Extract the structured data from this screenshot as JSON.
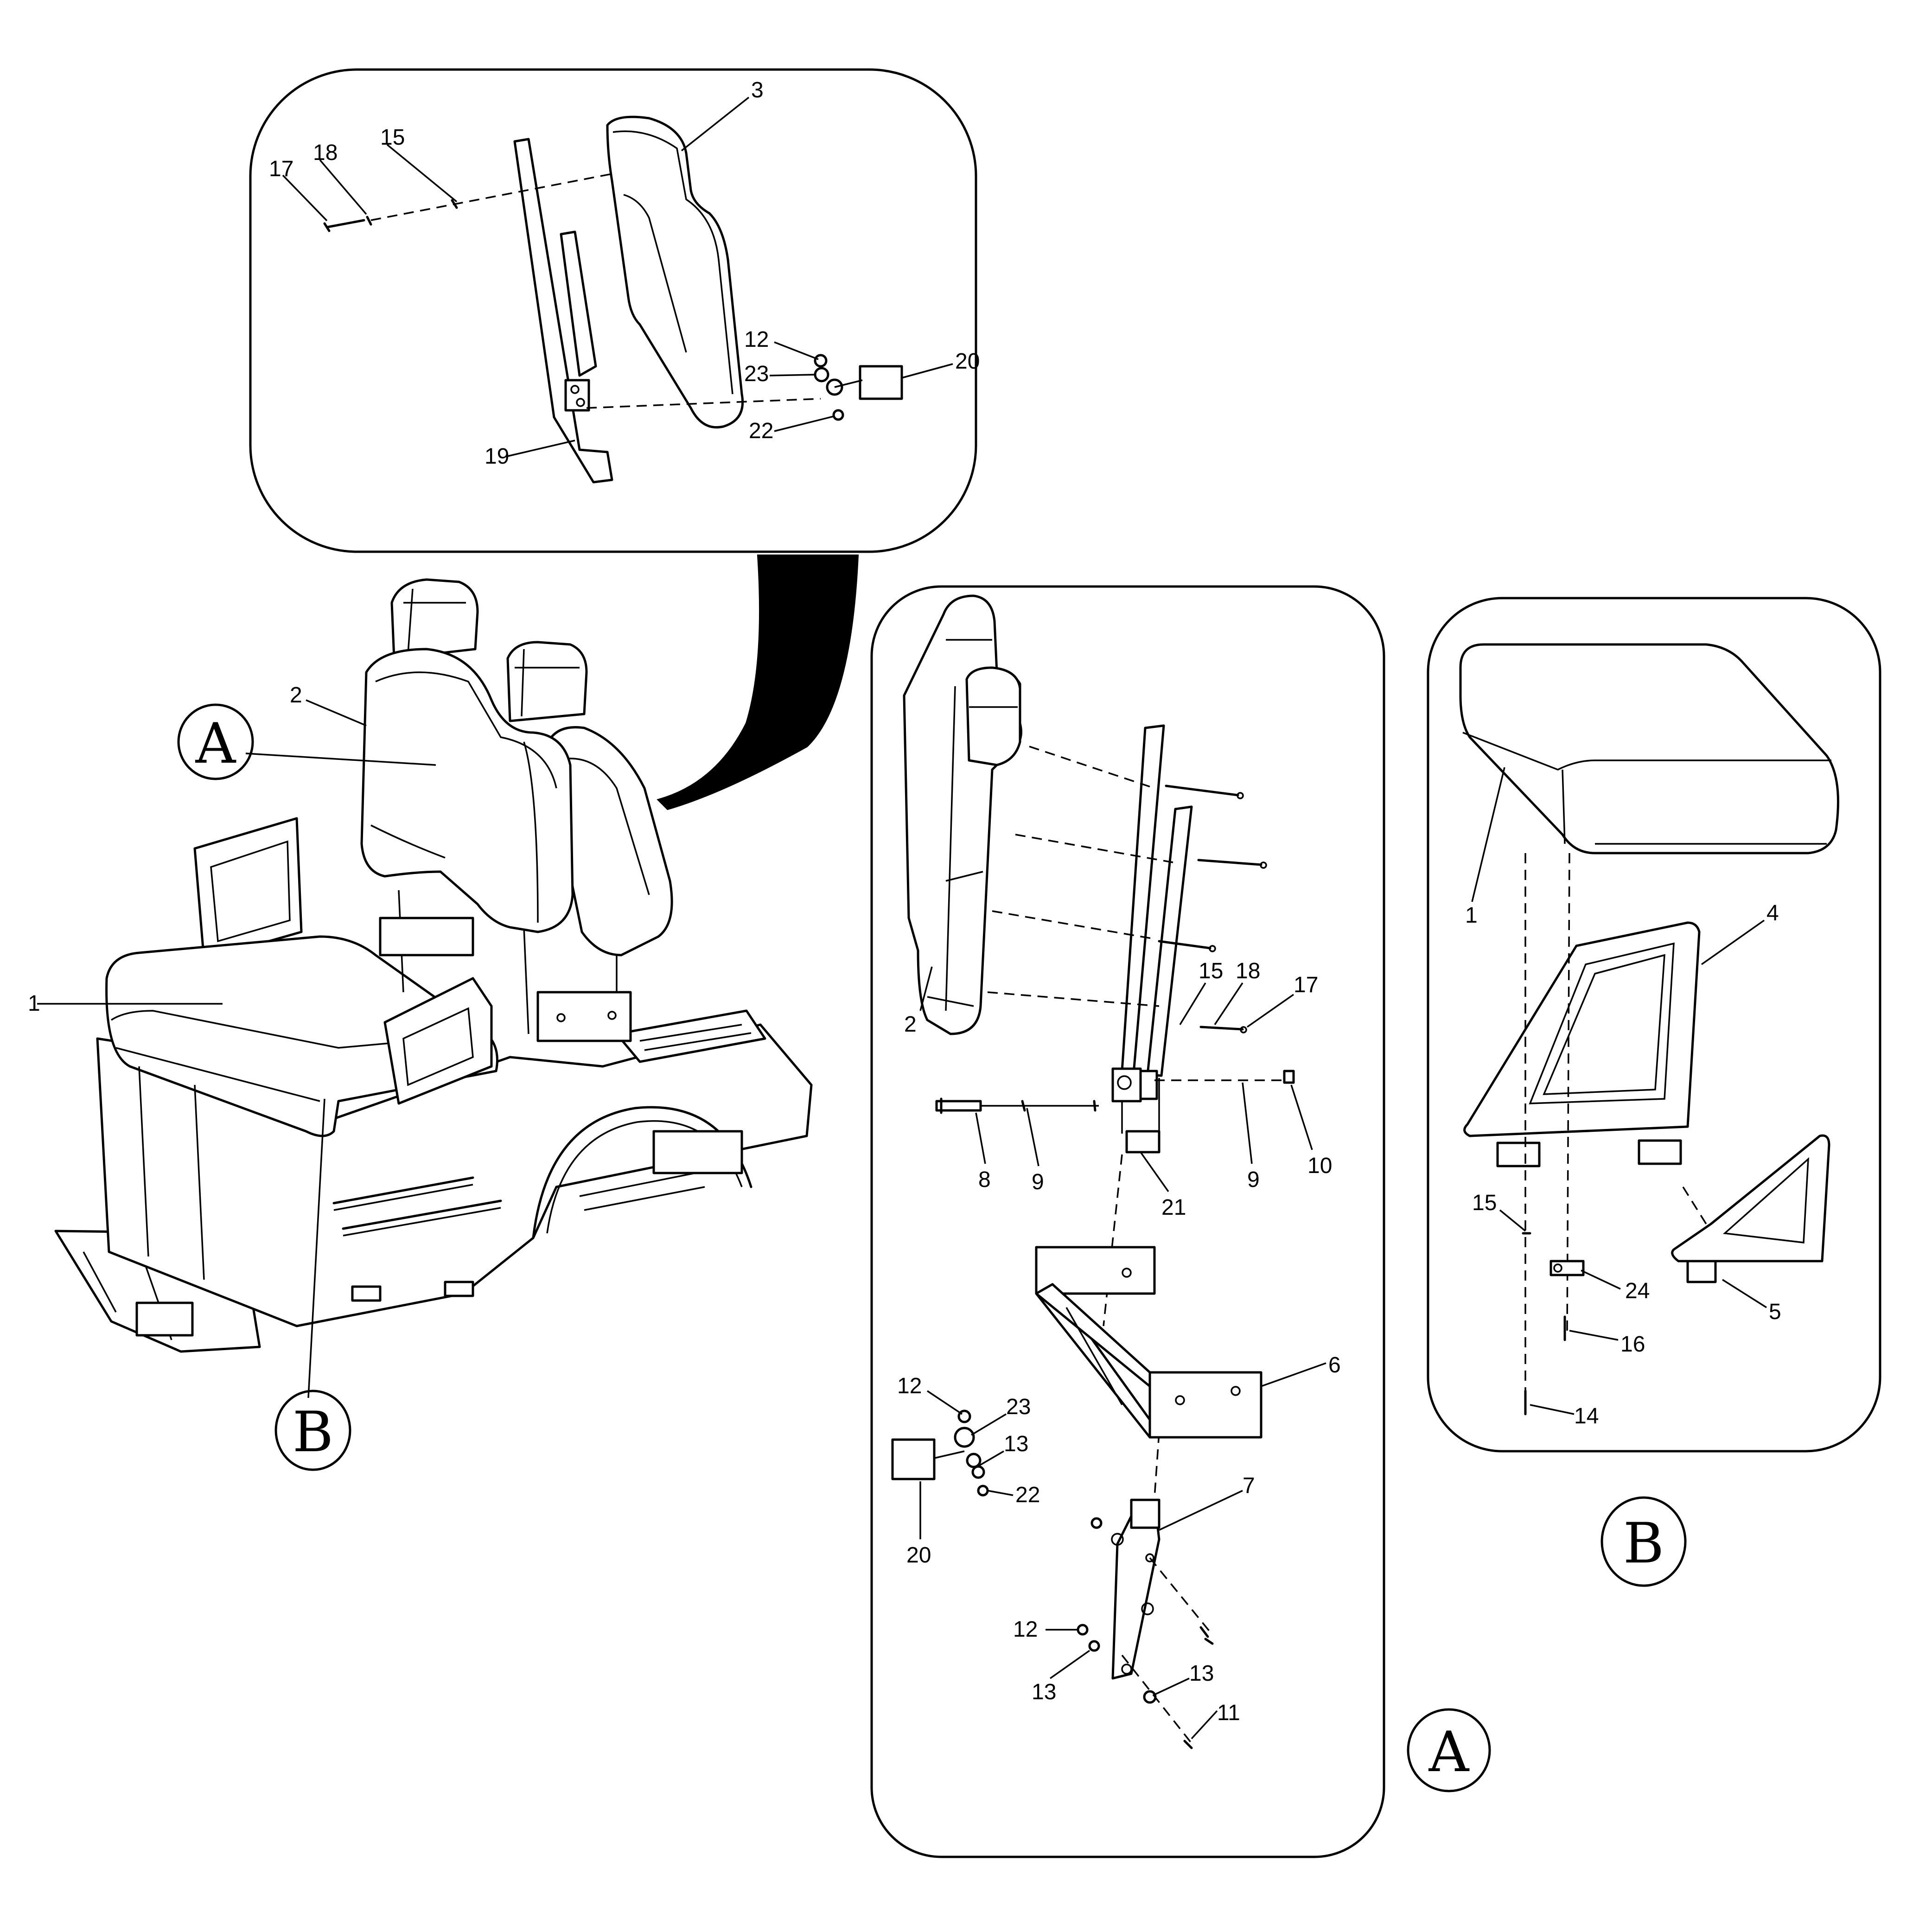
{
  "views": {
    "a_label": "A",
    "b_label": "B",
    "detail_a_label": "A",
    "detail_b_label": "B"
  },
  "callouts": {
    "top": {
      "p17": "17",
      "p18": "18",
      "p15": "15",
      "p3": "3",
      "p12": "12",
      "p23": "23",
      "p20": "20",
      "p22": "22",
      "p19": "19"
    },
    "main": {
      "p2": "2",
      "p1": "1"
    },
    "detail_a": {
      "p15": "15",
      "p18": "18",
      "p17": "17",
      "p2": "2",
      "p8": "8",
      "p9a": "9",
      "p21": "21",
      "p9b": "9",
      "p10": "10",
      "p6": "6",
      "p12a": "12",
      "p23": "23",
      "p13a": "13",
      "p22": "22",
      "p20": "20",
      "p7": "7",
      "p12b": "12",
      "p13b": "13",
      "p13c": "13",
      "p11": "11"
    },
    "detail_b": {
      "p1": "1",
      "p4": "4",
      "p15": "15",
      "p24": "24",
      "p16": "16",
      "p5": "5",
      "p14": "14"
    }
  }
}
